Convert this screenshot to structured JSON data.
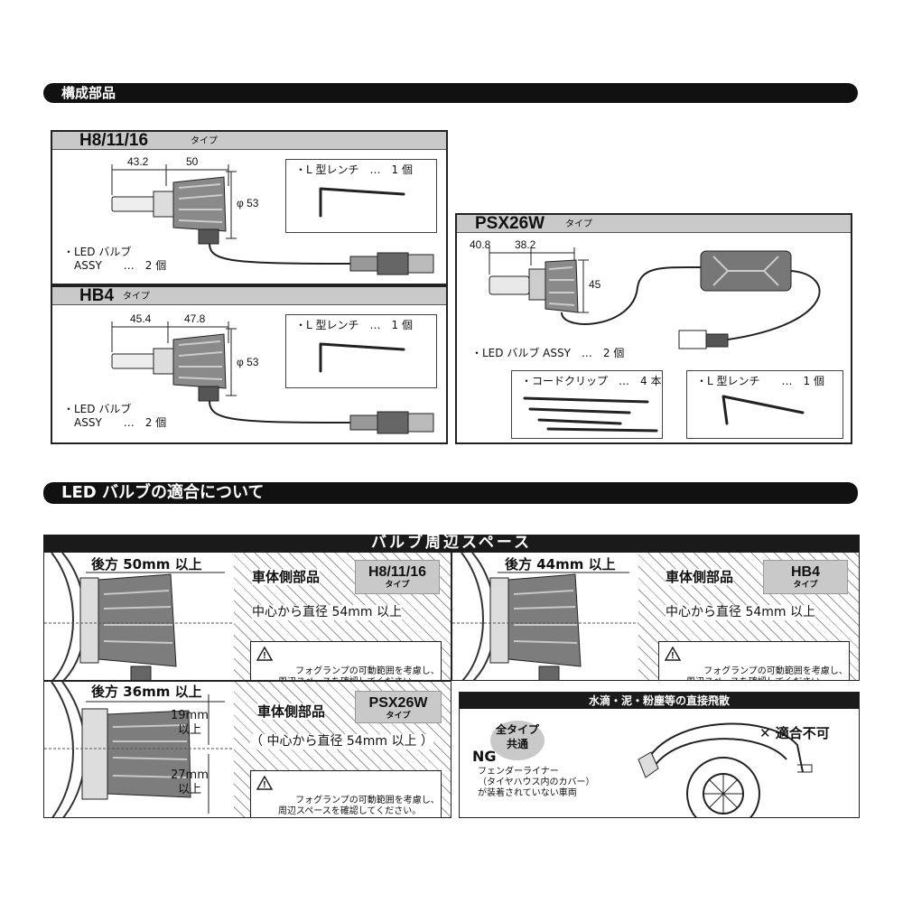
{
  "sections": {
    "components": "構成部品",
    "compat": "LED バルブの適合について"
  },
  "h8": {
    "title": "H8/11/16",
    "sub": "タイプ",
    "dim_a": "43.2",
    "dim_b": "50",
    "dim_dia": "φ 53",
    "wrench": "・L 型レンチ　…　1 個",
    "bulb_line1": "・LED バルブ",
    "bulb_line2": "ASSY　　…　2 個"
  },
  "hb4": {
    "title": "HB4",
    "sub": "タイプ",
    "dim_a": "45.4",
    "dim_b": "47.8",
    "dim_dia": "φ 53",
    "wrench": "・L 型レンチ　…　1 個",
    "bulb_line1": "・LED バルブ",
    "bulb_line2": "ASSY　　…　2 個"
  },
  "psx": {
    "title": "PSX26W",
    "sub": "タイプ",
    "dim_a": "40.8",
    "dim_b": "38.2",
    "dim_h": "45",
    "bulb": "・LED バルブ ASSY　…　2 個",
    "clip": "・コードクリップ　…　4 本",
    "wrench": "・L 型レンチ　　…　1 個"
  },
  "space": {
    "title": "バルブ周辺スペース",
    "body_part": "車体側部品",
    "warning": "フォグランプの可動範囲を考慮し、\n周辺スペースを確認してください。",
    "h8": {
      "rear": "後方 50mm 以上",
      "tag": "H8/11/16",
      "tag_sub": "タイプ",
      "center": "中心から直径 54mm 以上"
    },
    "hb4": {
      "rear": "後方 44mm 以上",
      "tag": "HB4",
      "tag_sub": "タイプ",
      "center": "中心から直径 54mm 以上"
    },
    "psx": {
      "rear": "後方 36mm 以上",
      "tag": "PSX26W",
      "tag_sub": "タイプ",
      "center": "（ 中心から直径 54mm 以上 ）",
      "upper_1": "19mm",
      "upper_2": "以上",
      "lower_1": "27mm",
      "lower_2": "以上"
    }
  },
  "spill": {
    "title": "水滴・泥・粉塵等の直接飛散",
    "all_types_1": "全タイプ",
    "all_types_2": "共通",
    "ng": "NG",
    "note": "フェンダーライナー\n（タイヤハウス内のカバー）\nが装着されていない車両",
    "verdict": "✕  適合不可"
  }
}
